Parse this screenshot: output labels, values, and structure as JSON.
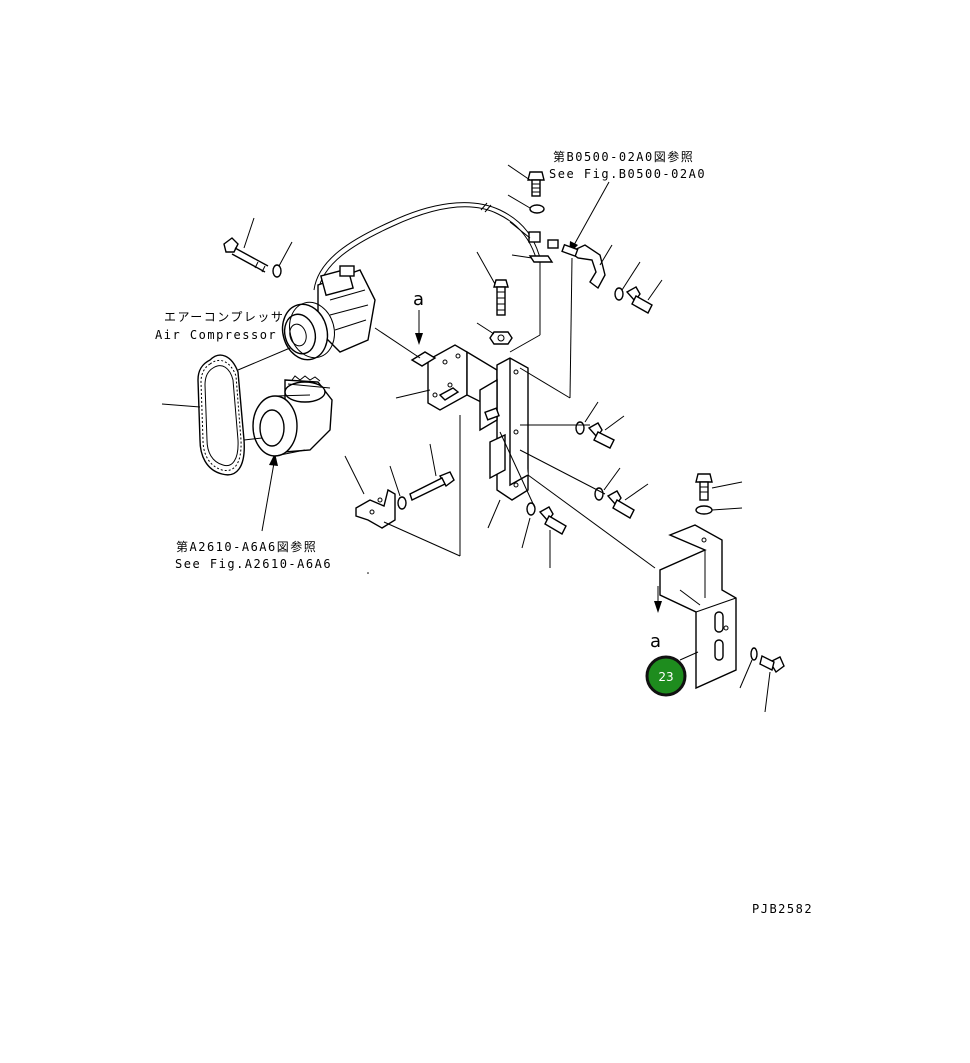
{
  "refs": {
    "fig_b0500_jp": "第B0500-02A0図参照",
    "fig_b0500_en": "See Fig.B0500-02A0",
    "fig_a2610_jp": "第A2610-A6A6図参照",
    "fig_a2610_en": "See Fig.A2610-A6A6"
  },
  "component": {
    "air_compressor_jp": "エアーコンプレッサ",
    "air_compressor_en": "Air Compressor"
  },
  "view_marker": {
    "top": "a",
    "bottom": "a"
  },
  "callout_badge": {
    "number": "23",
    "color": "#1e8c1e"
  },
  "drawing_id": "PJB2582"
}
